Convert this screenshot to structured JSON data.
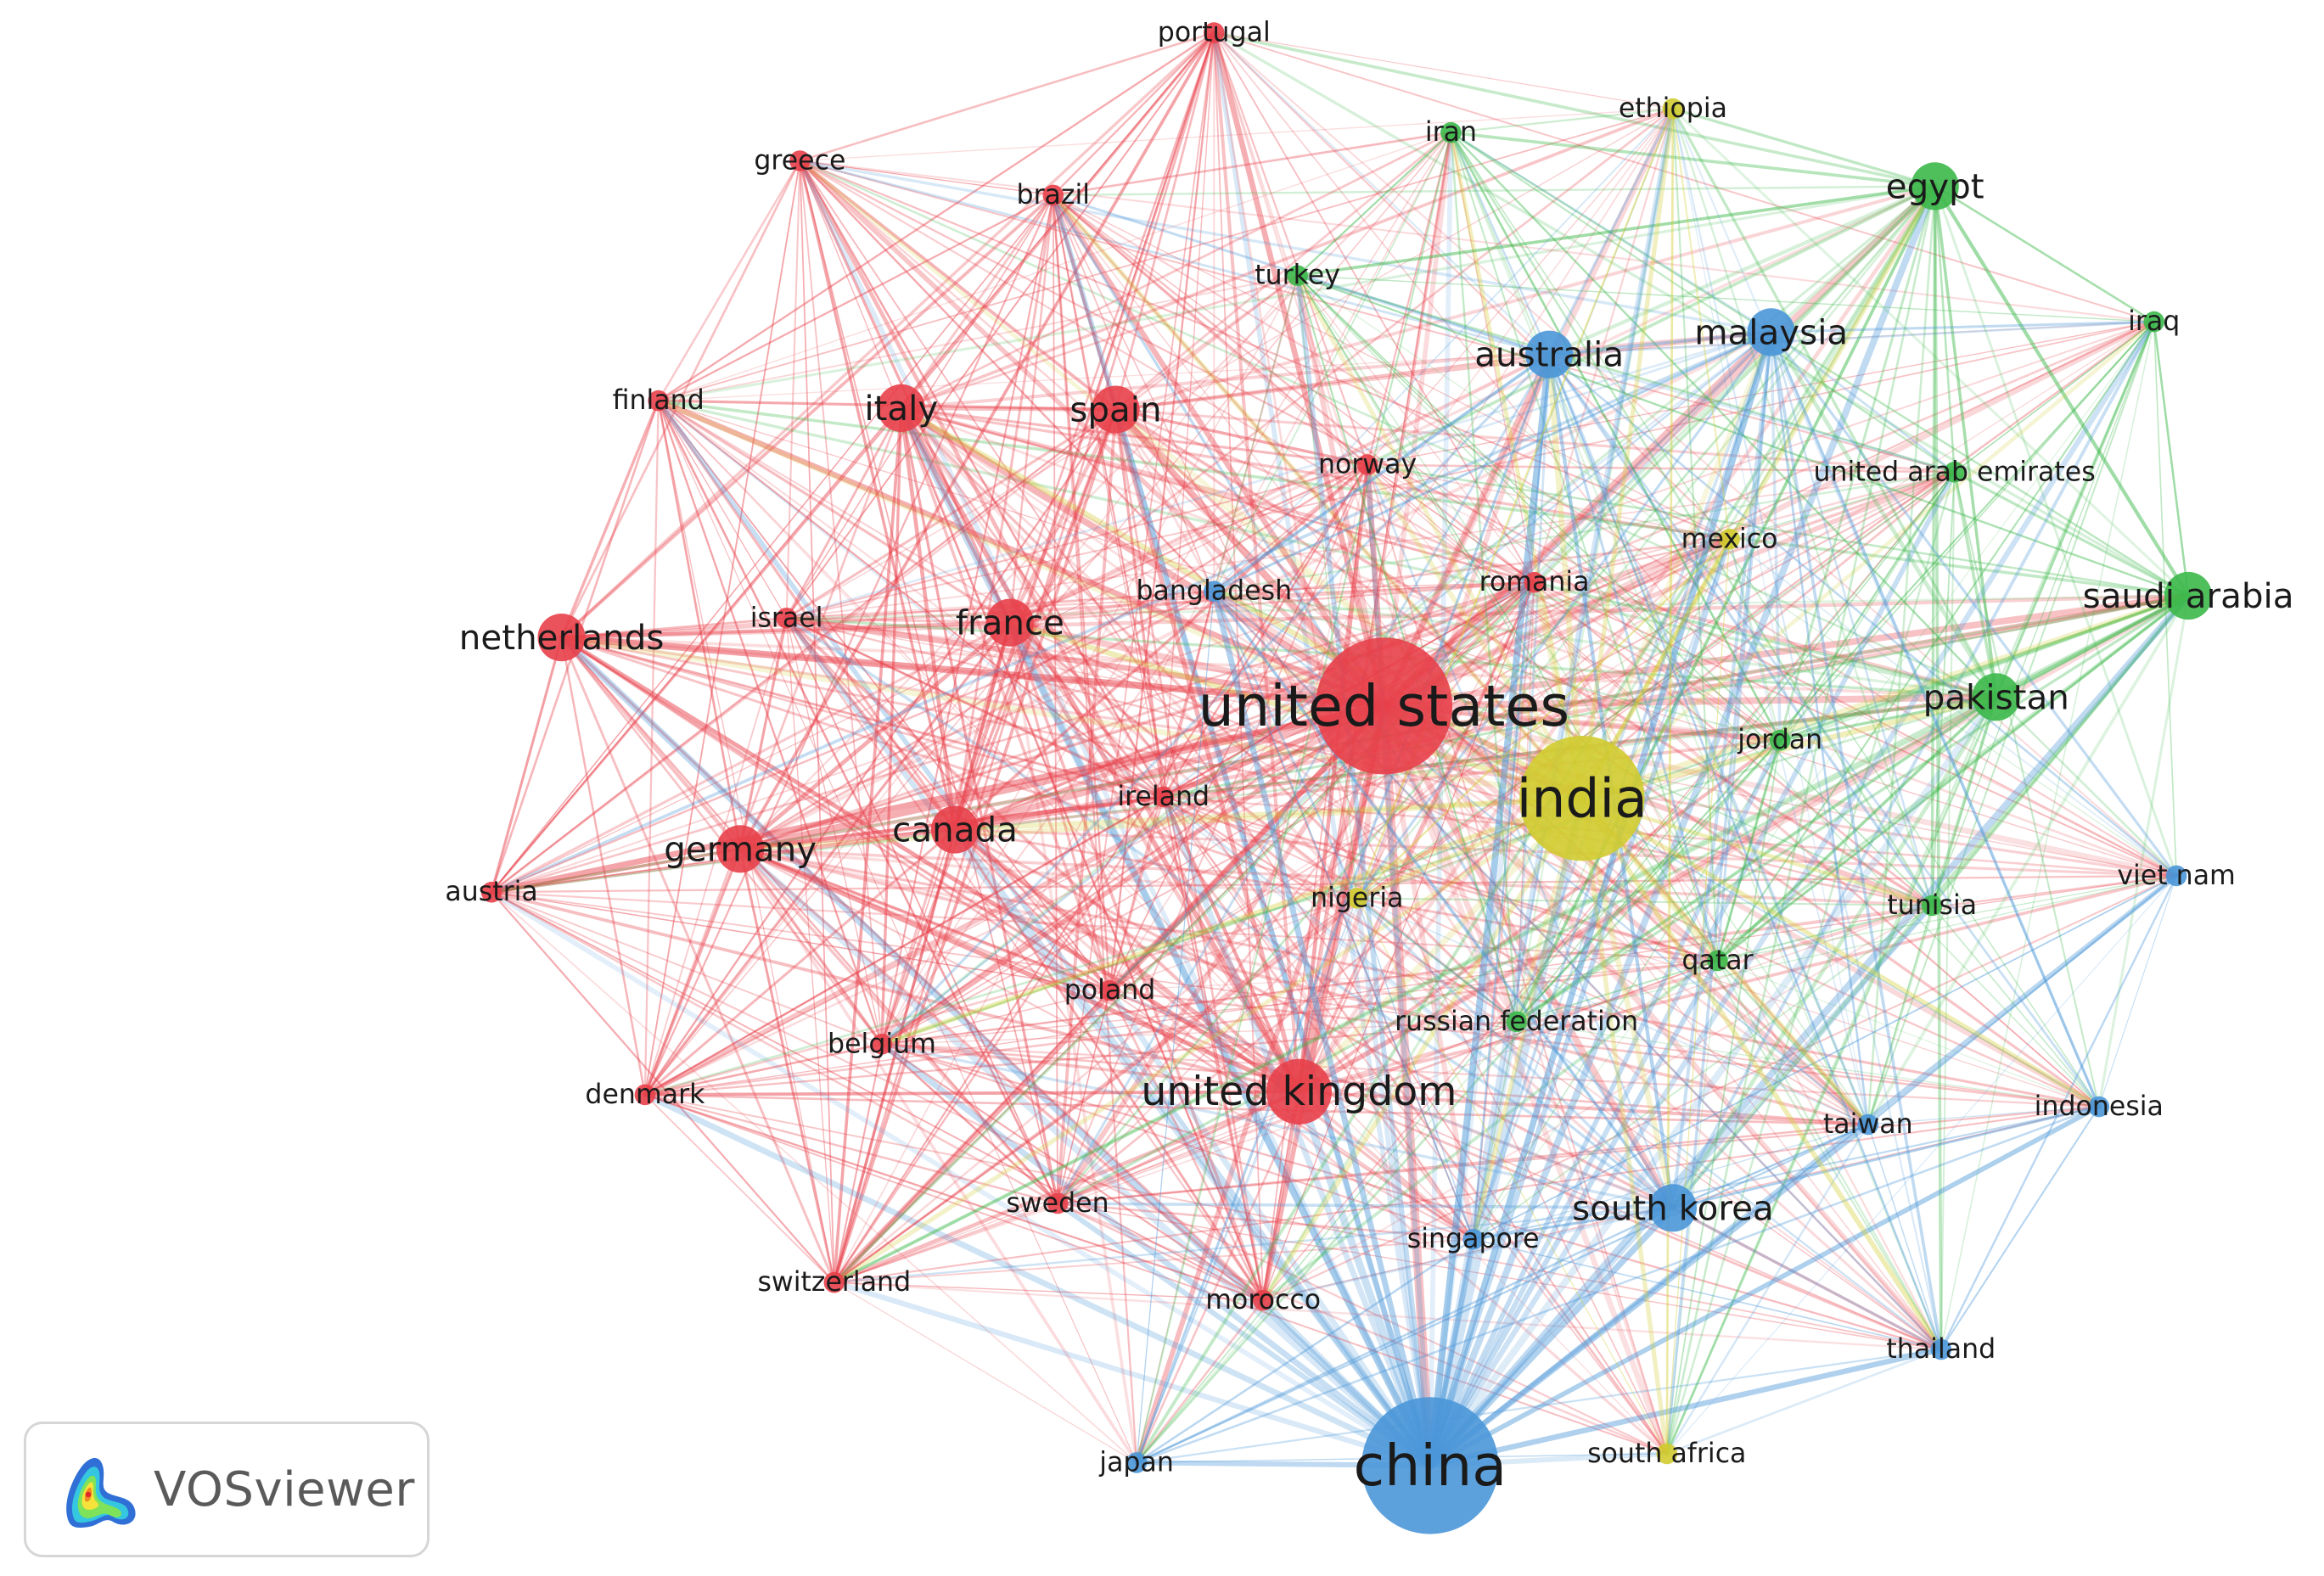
{
  "app": {
    "brand_name": "VOSviewer",
    "logo_icon": "vosviewer-heatmap-logo-icon"
  },
  "cluster_colors": {
    "red": "#e8404a",
    "green": "#3cb84a",
    "blue": "#4a96d8",
    "yellow": "#d2cc30"
  },
  "countries": [
    {
      "name": "portugal",
      "cluster": "red",
      "weight": 1
    },
    {
      "name": "greece",
      "cluster": "red",
      "weight": 1
    },
    {
      "name": "brazil",
      "cluster": "red",
      "weight": 1
    },
    {
      "name": "finland",
      "cluster": "red",
      "weight": 1
    },
    {
      "name": "italy",
      "cluster": "red",
      "weight": 2
    },
    {
      "name": "spain",
      "cluster": "red",
      "weight": 2
    },
    {
      "name": "netherlands",
      "cluster": "red",
      "weight": 2
    },
    {
      "name": "israel",
      "cluster": "red",
      "weight": 1
    },
    {
      "name": "france",
      "cluster": "red",
      "weight": 2
    },
    {
      "name": "united states",
      "cluster": "red",
      "weight": 5
    },
    {
      "name": "germany",
      "cluster": "red",
      "weight": 2
    },
    {
      "name": "canada",
      "cluster": "red",
      "weight": 2
    },
    {
      "name": "ireland",
      "cluster": "red",
      "weight": 1
    },
    {
      "name": "austria",
      "cluster": "red",
      "weight": 1
    },
    {
      "name": "poland",
      "cluster": "red",
      "weight": 1
    },
    {
      "name": "belgium",
      "cluster": "red",
      "weight": 1
    },
    {
      "name": "united kingdom",
      "cluster": "red",
      "weight": 3
    },
    {
      "name": "denmark",
      "cluster": "red",
      "weight": 1
    },
    {
      "name": "sweden",
      "cluster": "red",
      "weight": 1
    },
    {
      "name": "switzerland",
      "cluster": "red",
      "weight": 1
    },
    {
      "name": "morocco",
      "cluster": "red",
      "weight": 1
    },
    {
      "name": "romania",
      "cluster": "red",
      "weight": 1
    },
    {
      "name": "norway",
      "cluster": "red",
      "weight": 1
    },
    {
      "name": "iran",
      "cluster": "green",
      "weight": 1
    },
    {
      "name": "egypt",
      "cluster": "green",
      "weight": 2
    },
    {
      "name": "turkey",
      "cluster": "green",
      "weight": 1
    },
    {
      "name": "iraq",
      "cluster": "green",
      "weight": 1
    },
    {
      "name": "united arab emirates",
      "cluster": "green",
      "weight": 1
    },
    {
      "name": "saudi arabia",
      "cluster": "green",
      "weight": 2
    },
    {
      "name": "pakistan",
      "cluster": "green",
      "weight": 2
    },
    {
      "name": "jordan",
      "cluster": "green",
      "weight": 1
    },
    {
      "name": "tunisia",
      "cluster": "green",
      "weight": 1
    },
    {
      "name": "qatar",
      "cluster": "green",
      "weight": 1
    },
    {
      "name": "russian federation",
      "cluster": "green",
      "weight": 1
    },
    {
      "name": "australia",
      "cluster": "blue",
      "weight": 2
    },
    {
      "name": "malaysia",
      "cluster": "blue",
      "weight": 2
    },
    {
      "name": "bangladesh",
      "cluster": "blue",
      "weight": 1
    },
    {
      "name": "viet nam",
      "cluster": "blue",
      "weight": 1
    },
    {
      "name": "indonesia",
      "cluster": "blue",
      "weight": 1
    },
    {
      "name": "taiwan",
      "cluster": "blue",
      "weight": 1
    },
    {
      "name": "south korea",
      "cluster": "blue",
      "weight": 2
    },
    {
      "name": "singapore",
      "cluster": "blue",
      "weight": 1
    },
    {
      "name": "thailand",
      "cluster": "blue",
      "weight": 1
    },
    {
      "name": "japan",
      "cluster": "blue",
      "weight": 1
    },
    {
      "name": "china",
      "cluster": "blue",
      "weight": 5
    },
    {
      "name": "ethiopia",
      "cluster": "yellow",
      "weight": 1
    },
    {
      "name": "mexico",
      "cluster": "yellow",
      "weight": 1
    },
    {
      "name": "india",
      "cluster": "yellow",
      "weight": 4
    },
    {
      "name": "nigeria",
      "cluster": "yellow",
      "weight": 1
    },
    {
      "name": "south africa",
      "cluster": "yellow",
      "weight": 1
    }
  ]
}
